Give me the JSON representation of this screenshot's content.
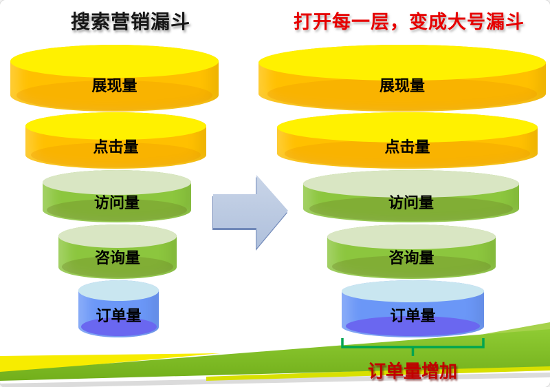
{
  "titles": {
    "left": "搜索营销漏斗",
    "right": "打开每一层，变成大号漏斗"
  },
  "funnels": {
    "left": {
      "layers": [
        {
          "label": "展现量",
          "color_name": "yellow"
        },
        {
          "label": "点击量",
          "color_name": "yellow"
        },
        {
          "label": "访问量",
          "color_name": "green"
        },
        {
          "label": "咨询量",
          "color_name": "green"
        },
        {
          "label": "订单量",
          "color_name": "blue"
        }
      ]
    },
    "right": {
      "layers": [
        {
          "label": "展现量",
          "color_name": "yellow"
        },
        {
          "label": "点击量",
          "color_name": "yellow"
        },
        {
          "label": "访问量",
          "color_name": "green"
        },
        {
          "label": "咨询量",
          "color_name": "green"
        },
        {
          "label": "订单量",
          "color_name": "blue"
        }
      ]
    }
  },
  "annotations": {
    "caption": "订单量增加",
    "arrow_icon": "right-block-arrow",
    "bracket_icon": "horizontal-brace"
  },
  "colors": {
    "yellow_body": "#FFC000",
    "yellow_top": "#FFF100",
    "green_body": "#8CC63E",
    "green_top": "#D9E6C3",
    "blue_body": "#6B97F7",
    "blue_top": "#C9E6F0",
    "blue_bottom": "#6A67F0",
    "title_red": "#E60000",
    "caption_red": "#C00000",
    "bracket_green": "#00A550",
    "arrow_fill": "#BCCAE2",
    "footer_green": "#7FBC22",
    "footer_light_green": "#A6D24B",
    "footer_yellow": "#F7EC00",
    "footer_chartreuse": "#D8E000",
    "footer_gray": "#DBDBDB"
  }
}
